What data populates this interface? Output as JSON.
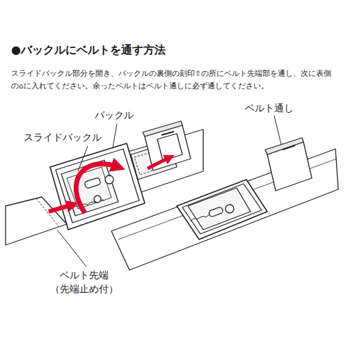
{
  "diagram": {
    "title": "●バックルにベルトを通す方法",
    "labels": [
      "スライドバックル部分を開き、バックルの裏側の刻印⇧の所にベルト先端部を通し、次に表側の⌂に入れてください。余ったベルトはベルト通しに必ず通してください。",
      "バックル",
      "スライドバックル",
      "ベルト先端 （先端止め付）",
      "ベルト通し"
    ]
  }
}
